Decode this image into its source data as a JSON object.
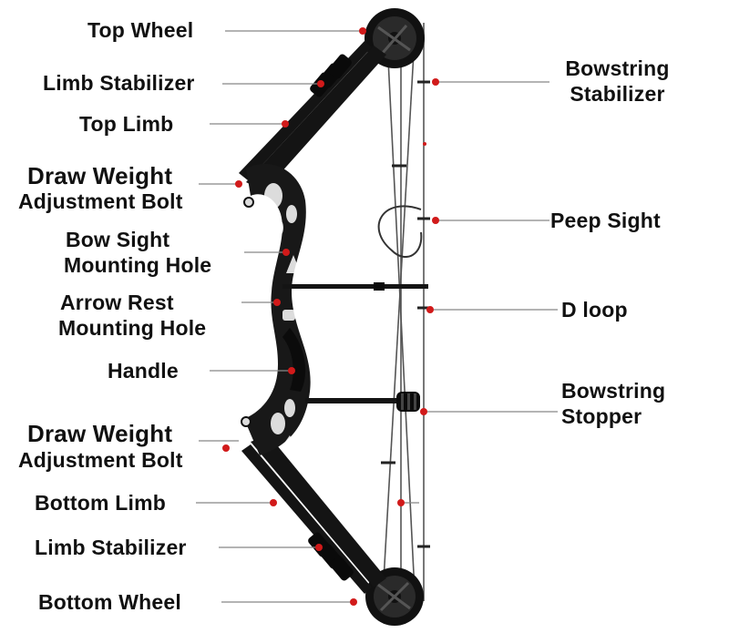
{
  "labels": {
    "top_wheel": "Top Wheel",
    "limb_stabilizer_top": "Limb Stabilizer",
    "top_limb": "Top Limb",
    "draw_weight_top_1": "Draw Weight",
    "draw_weight_top_2": "Adjustment Bolt",
    "bow_sight_1": "Bow Sight",
    "bow_sight_2": "Mounting Hole",
    "arrow_rest_1": "Arrow Rest",
    "arrow_rest_2": "Mounting Hole",
    "handle": "Handle",
    "draw_weight_bottom_1": "Draw Weight",
    "draw_weight_bottom_2": "Adjustment Bolt",
    "bottom_limb": "Bottom Limb",
    "limb_stabilizer_bottom": "Limb Stabilizer",
    "bottom_wheel": "Bottom Wheel",
    "bowstring_stabilizer_1": "Bowstring",
    "bowstring_stabilizer_2": "Stabilizer",
    "peep_sight": "Peep Sight",
    "d_loop": "D loop",
    "bowstring_stopper_1": "Bowstring",
    "bowstring_stopper_2": "Stopper"
  },
  "colors": {
    "bow": "#141414",
    "string": "#555555",
    "marker": "#d11a1a",
    "leader": "#888888",
    "text": "#111111"
  }
}
